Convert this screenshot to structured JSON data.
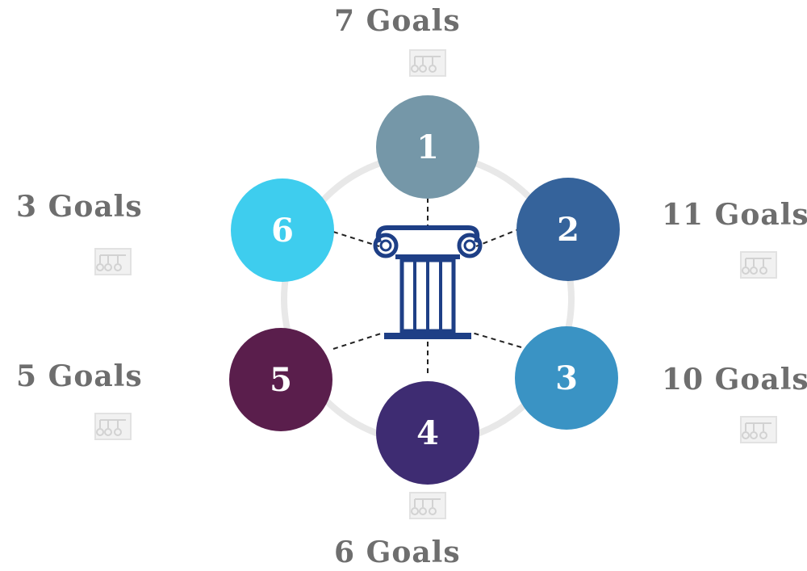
{
  "nodes": [
    {
      "number": "1",
      "goals": "7 Goals",
      "color": "#7597a8"
    },
    {
      "number": "2",
      "goals": "11 Goals",
      "color": "#35639b"
    },
    {
      "number": "3",
      "goals": "10 Goals",
      "color": "#3a93c4"
    },
    {
      "number": "4",
      "goals": "6 Goals",
      "color": "#3e2c72"
    },
    {
      "number": "5",
      "goals": "5 Goals",
      "color": "#5a1e4c"
    },
    {
      "number": "6",
      "goals": "3 Goals",
      "color": "#3ecdee"
    }
  ],
  "colors": {
    "ring": "#e8e8e8",
    "connector": "#222222",
    "pillar": "#1e3f86",
    "label": "#6e6e6e"
  },
  "icons": {
    "center": "greek-pillar-icon",
    "placeholder": "chart-placeholder-icon"
  }
}
